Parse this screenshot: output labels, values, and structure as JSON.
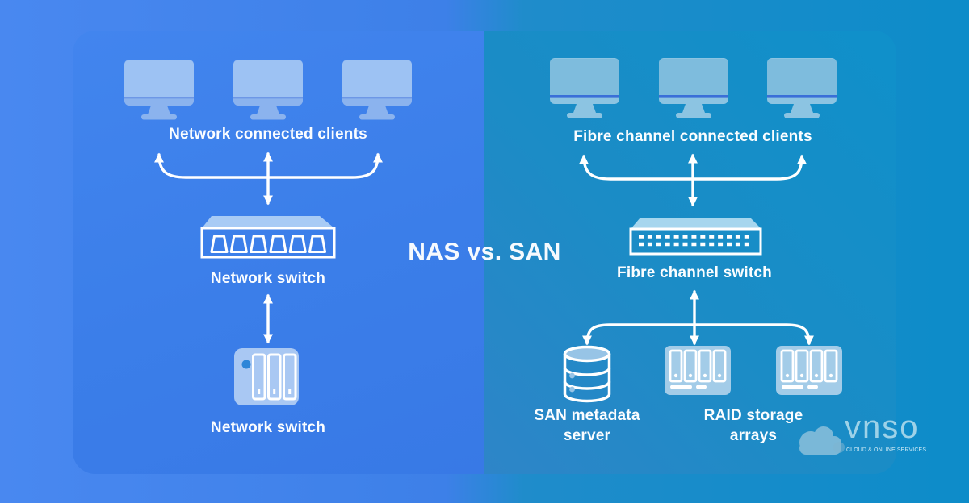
{
  "title": "NAS vs. SAN",
  "nas_side": {
    "clients_label": "Network connected clients",
    "switch_label": "Network switch",
    "nas_device_label": "Network switch"
  },
  "san_side": {
    "clients_label": "Fibre channel connected clients",
    "switch_label": "Fibre channel switch",
    "metadata_server_label": "SAN metadata\nserver",
    "raid_label": "RAID storage\narrays"
  },
  "logo": {
    "brand": "vnso",
    "tagline": "CLOUD & ONLINE SERVICES"
  },
  "colors": {
    "nas_half_background": "#3b7ee9",
    "san_half_background": "#1b8cc6",
    "outer_left": "#4988f0",
    "outer_right": "#0d8cc9",
    "stroke_white": "#ffffff",
    "monitor_screen_left": "#9dc2f3",
    "monitor_body_left": "#8bb3ee",
    "monitor_screen_right": "#7ebcdd",
    "monitor_body_right": "#8cc4e2",
    "monitor_accent_line": "#3a6fd8",
    "switch_top_left": "#a8cbf5",
    "switch_top_right": "#a6d6ee",
    "nas_body": "#a9c8f3",
    "nas_status_dot": "#2e86d8",
    "raid_body": "#a3cce8",
    "cylinder_fill": "#97c4e6",
    "logo_cloud": "#8fc2dc",
    "logo_text": "#9ed2e8"
  }
}
